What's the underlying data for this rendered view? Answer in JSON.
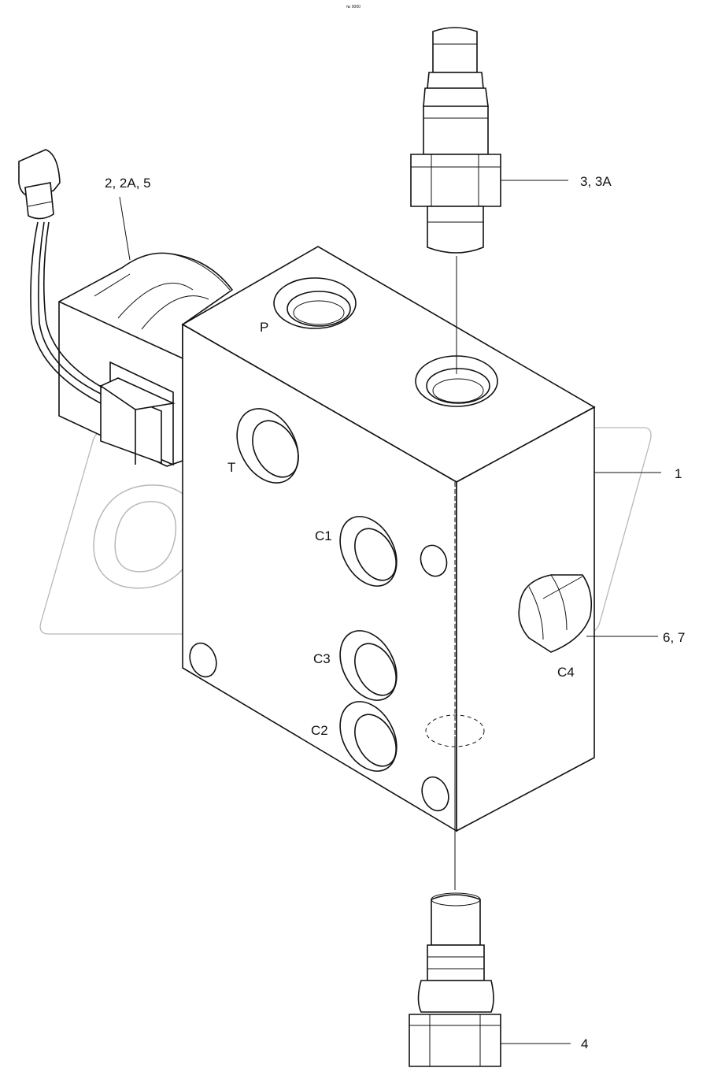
{
  "header": {
    "code": "№ 0000"
  },
  "watermark": {
    "text": "OPEX"
  },
  "callouts": {
    "c1": "1",
    "c2": "2, 2A, 5",
    "c3": "3, 3A",
    "c4": "4",
    "c6": "6, 7"
  },
  "ports": {
    "p": "P",
    "t": "T",
    "c1": "C1",
    "c2": "C2",
    "c3": "C3",
    "c4": "C4"
  }
}
